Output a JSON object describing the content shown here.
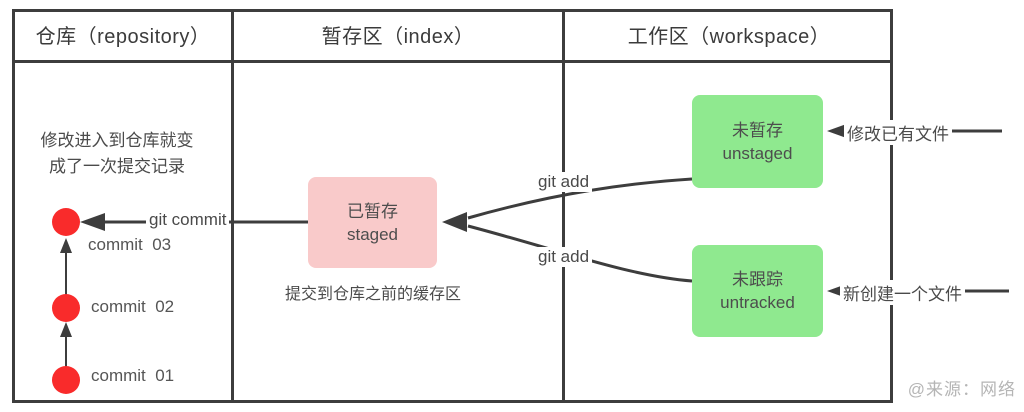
{
  "colors": {
    "line": "#3d3d3d",
    "text": "#4a4a4a",
    "staged_bg": "#f9caca",
    "workspace_bg": "#8fe98f",
    "commit_dot": "#f92b2b",
    "watermark": "#b5b5b5"
  },
  "header": {
    "columns": [
      {
        "label": "仓库（repository）"
      },
      {
        "label": "暂存区（index）"
      },
      {
        "label": "工作区（workspace）"
      }
    ]
  },
  "repository": {
    "note_line1": "修改进入到仓库就变",
    "note_line2": "成了一次提交记录",
    "commits": [
      {
        "label": "commit  03"
      },
      {
        "label": "commit  02"
      },
      {
        "label": "commit  01"
      }
    ]
  },
  "index": {
    "staged_box": {
      "cn": "已暂存",
      "en": "staged"
    },
    "caption": "提交到仓库之前的缓存区",
    "git_commit_label": "git commit",
    "git_add_labels": [
      "git add",
      "git add"
    ]
  },
  "workspace": {
    "unstaged_box": {
      "cn": "未暂存",
      "en": "unstaged"
    },
    "untracked_box": {
      "cn": "未跟踪",
      "en": "untracked"
    },
    "modify_label": "修改已有文件",
    "new_file_label": "新创建一个文件"
  },
  "watermark": "@来源：网络"
}
